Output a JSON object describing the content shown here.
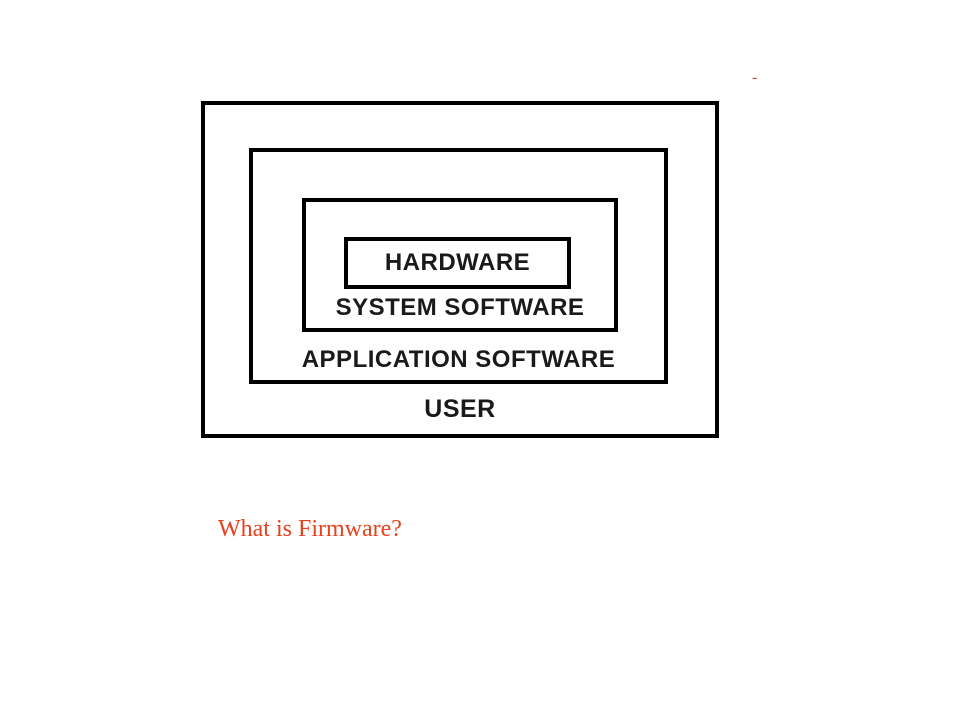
{
  "diagram": {
    "layers": {
      "user": "USER",
      "application": "APPLICATION SOFTWARE",
      "system": "SYSTEM SOFTWARE",
      "hardware": "HARDWARE"
    }
  },
  "corner_mark": "-",
  "question": "What is Firmware?",
  "colors": {
    "background": "#ffffff",
    "border": "#000000",
    "label_text": "#1a1a1a",
    "accent_text": "#e8401c"
  }
}
